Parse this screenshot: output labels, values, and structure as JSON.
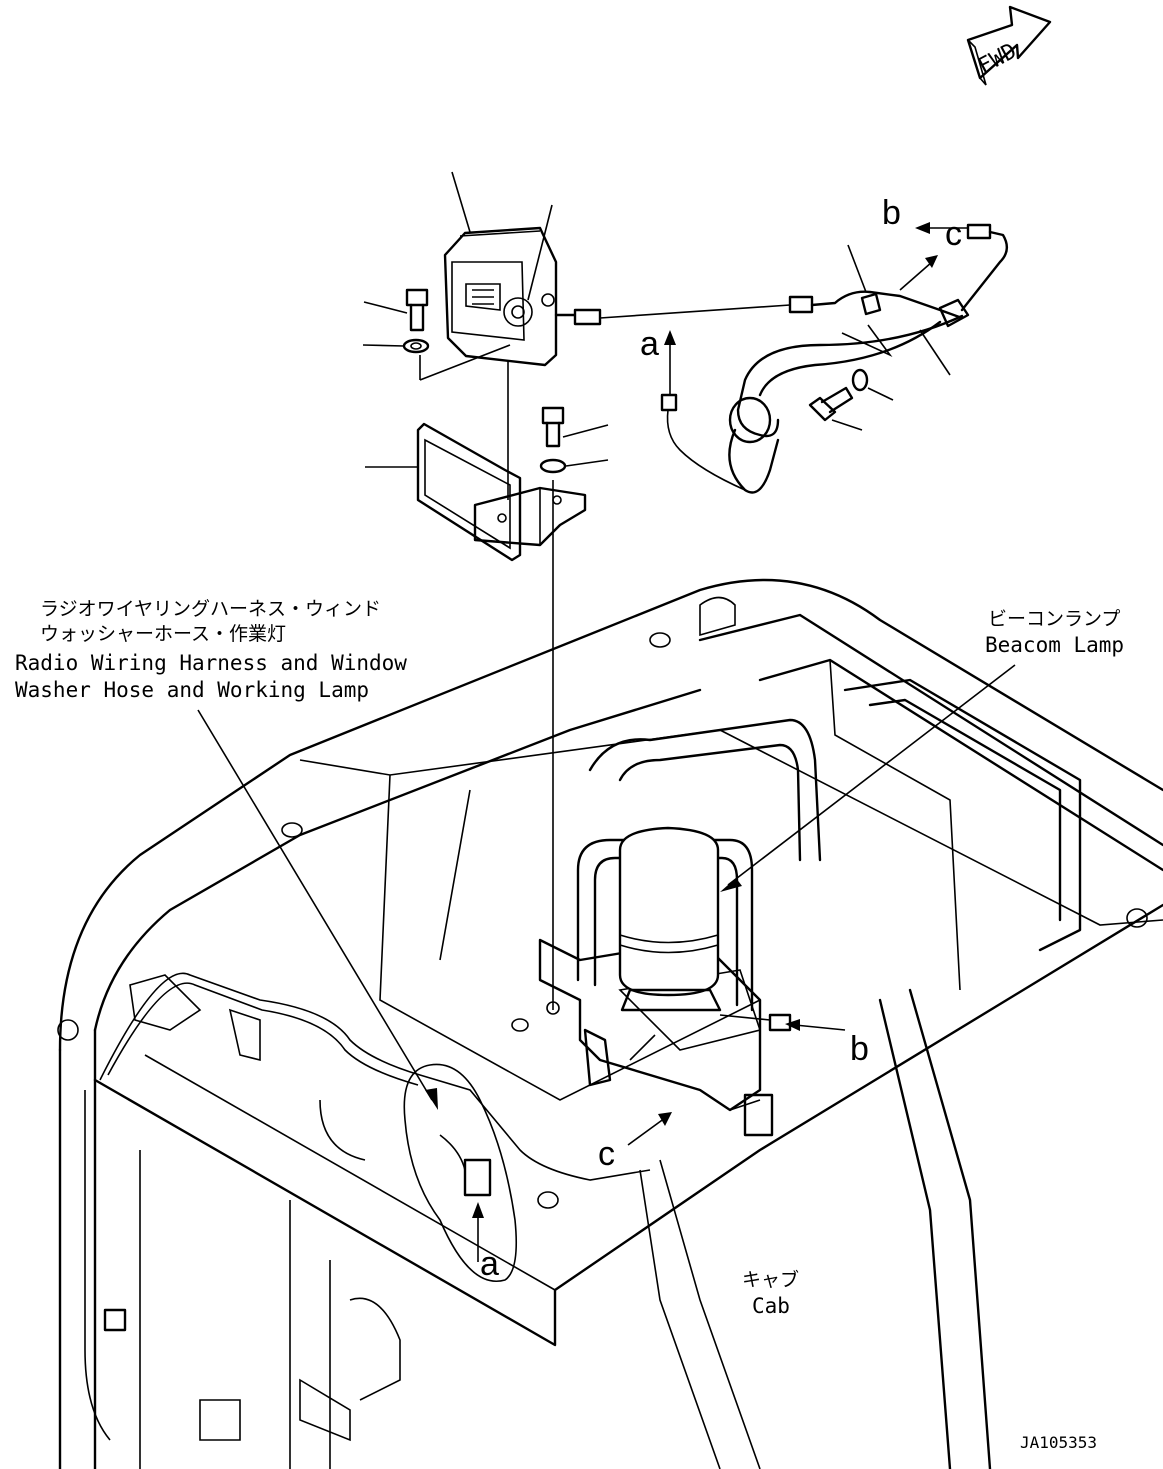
{
  "header": {
    "fwd_label": "FWD"
  },
  "labels": {
    "harness_jp_line1": "ラジオワイヤリングハーネス・ウィンド",
    "harness_jp_line2": "ウォッシャーホース・作業灯",
    "harness_en_line1": "Radio Wiring Harness and Window",
    "harness_en_line2": "Washer Hose and Working Lamp",
    "beacon_jp": "ビーコンランプ",
    "beacon_en": "Beacom Lamp",
    "cab_jp": "キャブ",
    "cab_en": "Cab",
    "drawing_id": "JA105353"
  },
  "callouts": {
    "a": "a",
    "b": "b",
    "c": "c"
  },
  "icons": {
    "fwd_arrow": "fwd-arrow-icon",
    "working_lamp": "working-lamp-icon",
    "lamp_bracket": "lamp-bracket-icon",
    "bolt": "bolt-icon",
    "washer": "washer-icon",
    "connector": "connector-icon",
    "beacon_lamp": "beacon-lamp-icon",
    "cab_roof": "cab-roof-icon"
  }
}
